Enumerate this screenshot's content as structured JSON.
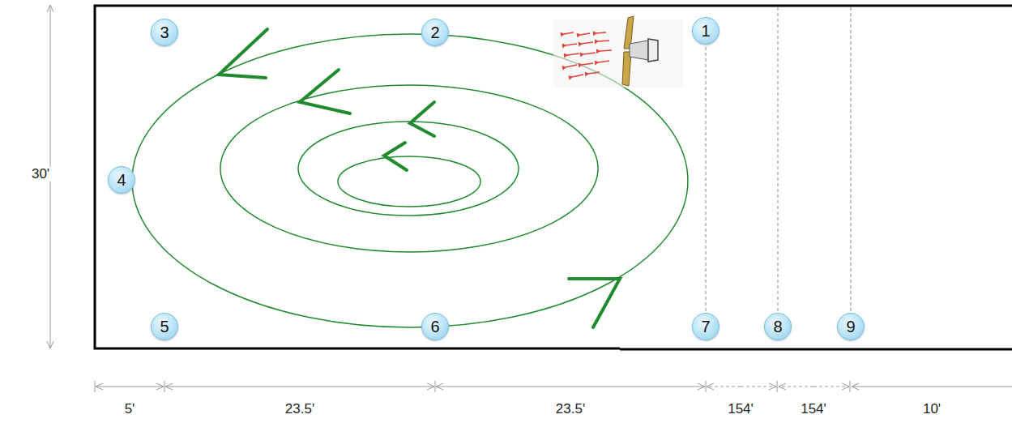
{
  "diagram": {
    "nodes": [
      {
        "text": [
          "3"
        ]
      },
      {
        "text": [
          "2"
        ]
      },
      {
        "text": [
          "1"
        ]
      },
      {
        "text": [
          "4"
        ]
      },
      {
        "text": [
          "5"
        ]
      },
      {
        "text": [
          "6"
        ]
      },
      {
        "text": [
          "7"
        ]
      },
      {
        "text": [
          "8"
        ]
      },
      {
        "text": [
          "9"
        ]
      }
    ],
    "labels": [
      "30'",
      "5'",
      "23.5'",
      "23.5'",
      "154'",
      "154'",
      "10'"
    ]
  }
}
